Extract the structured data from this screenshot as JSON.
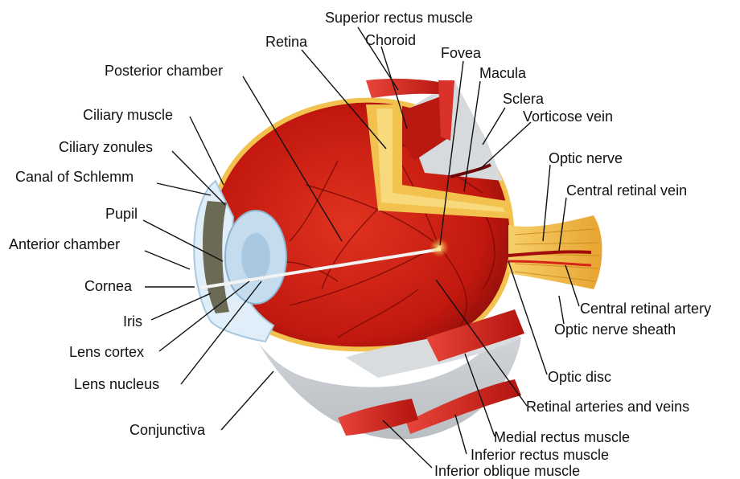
{
  "colors": {
    "tissue_red": "#c81e16",
    "tissue_dark": "#8e0f0c",
    "retina_yellow": "#f2c14e",
    "sclera_grey": "#cfd3d6",
    "iris_blue": "#bcd6ea",
    "optic_nerve": "#f0b443",
    "leader_line": "#111111"
  },
  "labels": {
    "superior_rectus": "Superior rectus muscle",
    "retina": "Retina",
    "choroid": "Choroid",
    "fovea": "Fovea",
    "macula": "Macula",
    "posterior_chamber": "Posterior chamber",
    "sclera": "Sclera",
    "vorticose_vein": "Vorticose vein",
    "ciliary_muscle": "Ciliary muscle",
    "ciliary_zonules": "Ciliary zonules",
    "optic_nerve": "Optic nerve",
    "canal_schlemm": "Canal of Schlemm",
    "central_retinal_vein": "Central retinal vein",
    "pupil": "Pupil",
    "anterior_chamber": "Anterior chamber",
    "cornea": "Cornea",
    "central_retinal_artery": "Central retinal artery",
    "iris": "Iris",
    "optic_nerve_sheath": "Optic nerve sheath",
    "lens_cortex": "Lens cortex",
    "lens_nucleus": "Lens nucleus",
    "optic_disc": "Optic disc",
    "retinal_arteries_veins": "Retinal arteries and veins",
    "conjunctiva": "Conjunctiva",
    "medial_rectus": "Medial rectus muscle",
    "inferior_rectus": "Inferior rectus muscle",
    "inferior_oblique": "Inferior oblique muscle"
  }
}
